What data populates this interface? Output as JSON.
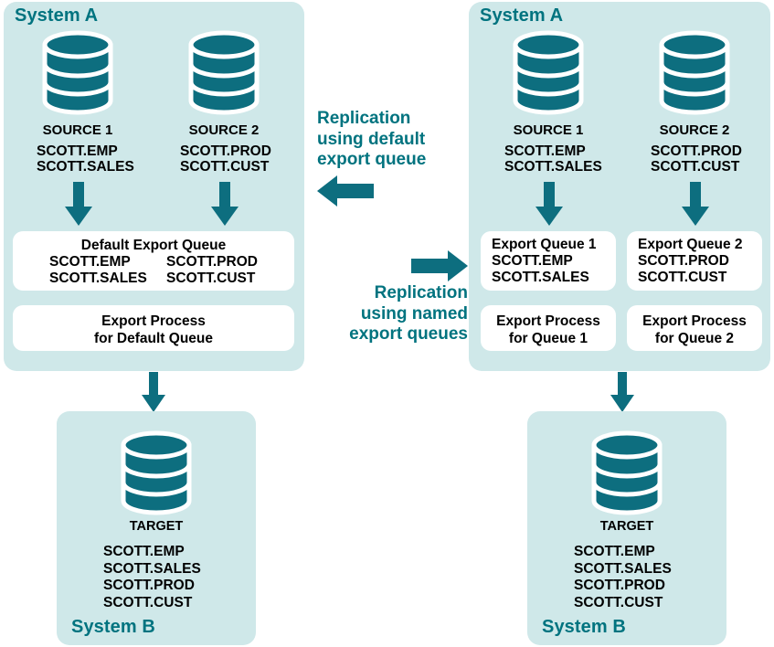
{
  "colors": {
    "panel_bg": "#cfe8e9",
    "teal": "#0d6e7f",
    "teal_text": "#00737f",
    "box_bg": "#ffffff",
    "text": "#000000"
  },
  "left_diagram": {
    "system_a_label": "System A",
    "sources": [
      {
        "icon": "database-cylinder-icon",
        "title": "SOURCE 1",
        "tables": [
          "SCOTT.EMP",
          "SCOTT.SALES"
        ]
      },
      {
        "icon": "database-cylinder-icon",
        "title": "SOURCE 2",
        "tables": [
          "SCOTT.PROD",
          "SCOTT.CUST"
        ]
      }
    ],
    "queue_box": {
      "title": "Default Export Queue",
      "column_1": [
        "SCOTT.EMP",
        "SCOTT.SALES"
      ],
      "column_2": [
        "SCOTT.PROD",
        "SCOTT.CUST"
      ]
    },
    "process_box": {
      "line_1": "Export Process",
      "line_2": "for Default Queue"
    },
    "system_b": {
      "label": "System B",
      "icon": "database-cylinder-icon",
      "title": "TARGET",
      "tables": [
        "SCOTT.EMP",
        "SCOTT.SALES",
        "SCOTT.PROD",
        "SCOTT.CUST"
      ]
    }
  },
  "center": {
    "label_top": [
      "Replication",
      "using default",
      "export queue"
    ],
    "arrow_left_icon": "arrow-left-icon",
    "arrow_right_icon": "arrow-right-icon",
    "label_bottom": [
      "Replication",
      "using named",
      "export queues"
    ]
  },
  "right_diagram": {
    "system_a_label": "System A",
    "sources": [
      {
        "icon": "database-cylinder-icon",
        "title": "SOURCE 1",
        "tables": [
          "SCOTT.EMP",
          "SCOTT.SALES"
        ]
      },
      {
        "icon": "database-cylinder-icon",
        "title": "SOURCE 2",
        "tables": [
          "SCOTT.PROD",
          "SCOTT.CUST"
        ]
      }
    ],
    "queue_boxes": [
      {
        "title": "Export Queue 1",
        "tables": [
          "SCOTT.EMP",
          "SCOTT.SALES"
        ]
      },
      {
        "title": "Export Queue 2",
        "tables": [
          "SCOTT.PROD",
          "SCOTT.CUST"
        ]
      }
    ],
    "process_boxes": [
      {
        "line_1": "Export Process",
        "line_2": "for Queue 1"
      },
      {
        "line_1": "Export Process",
        "line_2": "for Queue 2"
      }
    ],
    "system_b": {
      "label": "System B",
      "icon": "database-cylinder-icon",
      "title": "TARGET",
      "tables": [
        "SCOTT.EMP",
        "SCOTT.SALES",
        "SCOTT.PROD",
        "SCOTT.CUST"
      ]
    }
  }
}
